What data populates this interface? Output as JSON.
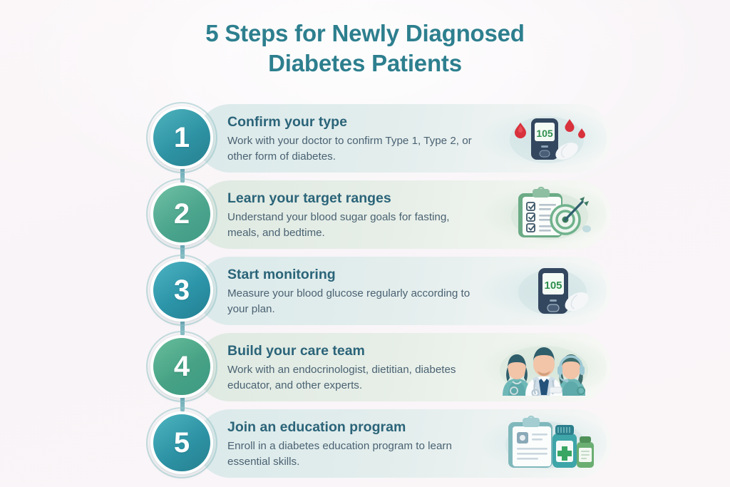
{
  "title": {
    "line1": "5 Steps for Newly Diagnosed",
    "line2": "Diabetes Patients"
  },
  "colors": {
    "background": "#faf5f8",
    "title": "#2d7f8e",
    "heading": "#2b6479",
    "body": "#4a6272",
    "circle_teal": "#2e93a4",
    "circle_green": "#4ca58d",
    "card_blue": "#dceaeb",
    "card_green": "#dfeae2",
    "meter_body": "#33475f",
    "meter_reading": "#2f8f4e",
    "blood_drop": "#d8323c",
    "pill": "#f2f4f6"
  },
  "steps": [
    {
      "number": "1",
      "heading": "Confirm your type",
      "body": "Work with your doctor to confirm Type 1, Type 2, or other form of diabetes.",
      "tone": "blue",
      "circle_class": "c-teal",
      "icon": "glucose-meter-blood-drops-icon",
      "meter_reading": "105"
    },
    {
      "number": "2",
      "heading": "Learn your target ranges",
      "body": "Understand your blood sugar goals for fasting, meals, and bedtime.",
      "tone": "green",
      "circle_class": "c-green1",
      "icon": "clipboard-checklist-target-icon",
      "meter_reading": ""
    },
    {
      "number": "3",
      "heading": "Start monitoring",
      "body": "Measure your blood glucose regularly according to your plan.",
      "tone": "blue",
      "circle_class": "c-teal2",
      "icon": "glucose-meter-pill-icon",
      "meter_reading": "105"
    },
    {
      "number": "4",
      "heading": "Build your care team",
      "body": "Work with an endocrinologist, dietitian, diabetes educator, and other experts.",
      "tone": "green",
      "circle_class": "c-green2",
      "icon": "medical-team-icon",
      "meter_reading": ""
    },
    {
      "number": "5",
      "heading": "Join an education program",
      "body": "Enroll in a diabetes education program to learn essential skills.",
      "tone": "blue",
      "circle_class": "c-teal3",
      "icon": "clipboard-medicine-bottles-icon",
      "meter_reading": ""
    }
  ]
}
